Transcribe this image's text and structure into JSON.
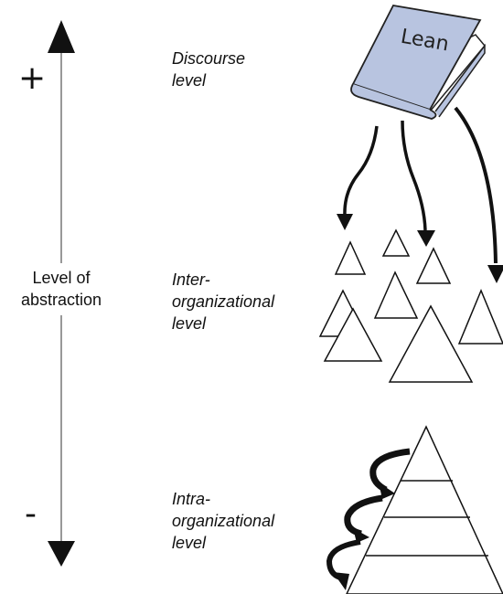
{
  "axis": {
    "plus": "+",
    "minus": "-",
    "label_line1": "Level of",
    "label_line2": "abstraction"
  },
  "levels": {
    "discourse": {
      "line1": "Discourse",
      "line2": "level"
    },
    "inter": {
      "line1": "Inter-",
      "line2": "organizational",
      "line3": "level"
    },
    "intra": {
      "line1": "Intra-",
      "line2": "organizational",
      "line3": "level"
    }
  },
  "book": {
    "title": "Lean",
    "cover_color": "#b8c4e0"
  }
}
